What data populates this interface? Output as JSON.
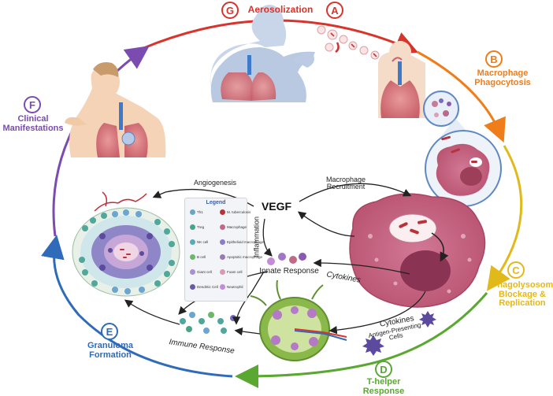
{
  "stages": {
    "A": {
      "letter": "A",
      "color": "#d8342c"
    },
    "B": {
      "letter": "B",
      "label": "Macrophage Phagocytosis",
      "color": "#ef7d1a"
    },
    "C": {
      "letter": "C",
      "label": "Phagolysosome Blockage & Replication",
      "color": "#e2b91a"
    },
    "D": {
      "letter": "D",
      "label": "T-helper Response",
      "color": "#5aa832"
    },
    "E": {
      "letter": "E",
      "label": "Granuloma Formation",
      "color": "#2f6bb8"
    },
    "F": {
      "letter": "F",
      "label": "Clinical Manifestations",
      "color": "#7b4bb0"
    },
    "G": {
      "letter": "G",
      "label": "Aerosolization",
      "color": "#d8342c"
    }
  },
  "center": {
    "vegf": "VEGF",
    "angiogenesis": "Angiogenesis",
    "macrophage_recruitment": "Macrophage Recruitment",
    "inflammation": "Inflammation",
    "innate_response": "Innate Response",
    "cytokines_top": "Cytokines",
    "cytokines_bottom": "Cytokines",
    "antigen_presenting": "Antigen-Presenting Cells",
    "immune_response": "Immune Response"
  },
  "legend": {
    "title": "Legend",
    "items": [
      {
        "label": "Th1",
        "color": "#6ba4c9"
      },
      {
        "label": "M. tuberculosis",
        "color": "#b8323a"
      },
      {
        "label": "Treg",
        "color": "#45a58a"
      },
      {
        "label": "Macrophage",
        "color": "#c06a8a"
      },
      {
        "label": "NK cell",
        "color": "#5aa8b8"
      },
      {
        "label": "Epithelioid macrophage",
        "color": "#8b7bc8"
      },
      {
        "label": "B cell",
        "color": "#6bb86a"
      },
      {
        "label": "Apoptotic macrophage",
        "color": "#9a7ab0"
      },
      {
        "label": "Giant cell",
        "color": "#a78fd0"
      },
      {
        "label": "Foam cell",
        "color": "#d89ab0"
      },
      {
        "label": "Dendritic Cell",
        "color": "#6a58a8"
      },
      {
        "label": "Neutrophil",
        "color": "#c58ad8"
      }
    ]
  }
}
